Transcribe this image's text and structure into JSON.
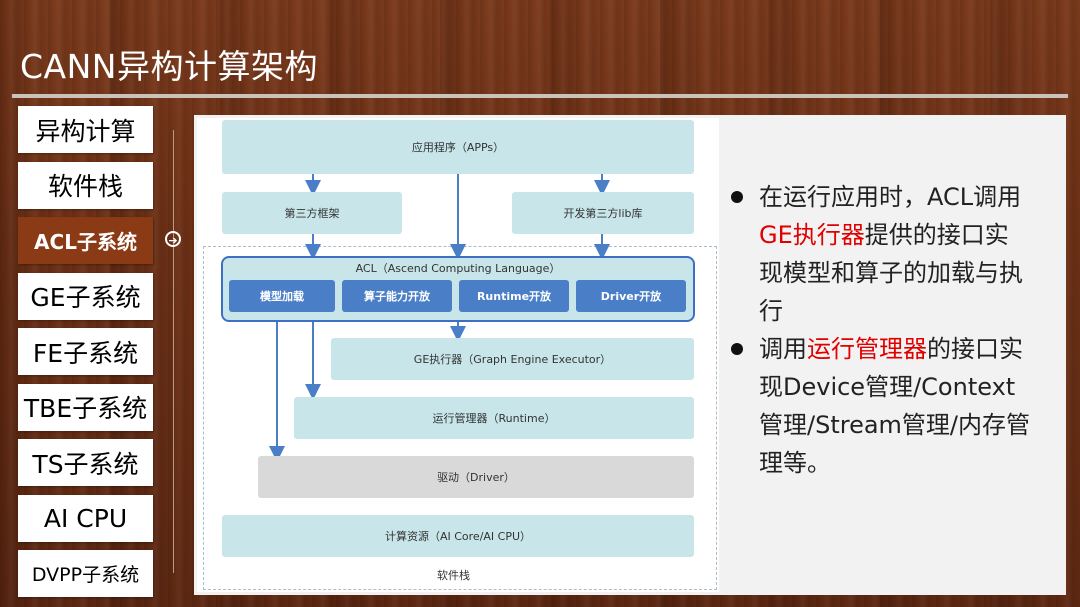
{
  "slide": {
    "title": "CANN异构计算架构"
  },
  "nav": {
    "items": [
      {
        "label": "异构计算"
      },
      {
        "label": "软件栈"
      },
      {
        "label": "ACL子系统"
      },
      {
        "label": "GE子系统"
      },
      {
        "label": "FE子系统"
      },
      {
        "label": "TBE子系统"
      },
      {
        "label": "TS子系统"
      },
      {
        "label": "AI CPU"
      },
      {
        "label": "DVPP子系统"
      }
    ],
    "active_index": 2
  },
  "diagram": {
    "apps": "应用程序（APPs）",
    "third_party_framework": "第三方框架",
    "third_party_lib": "开发第三方lib库",
    "acl_title": "ACL（Ascend Computing Language）",
    "acl_sub": [
      "模型加载",
      "算子能力开放",
      "Runtime开放",
      "Driver开放"
    ],
    "ge_executor": "GE执行器（Graph Engine Executor）",
    "runtime": "运行管理器（Runtime）",
    "driver": "驱动（Driver）",
    "compute": "计算资源（AI Core/AI CPU）",
    "caption": "软件栈"
  },
  "bullets": {
    "b1_pre": "在运行应用时，ACL调用",
    "b1_hl": "GE执行器",
    "b1_post": "提供的接口实现模型和算子的加载与执行",
    "b2_pre": "调用",
    "b2_hl": "运行管理器",
    "b2_post": "的接口实现Device管理/Context管理/Stream管理/内存管理等。"
  },
  "colors": {
    "highlight": "#e00000",
    "nav_active": "#8a3a14",
    "box": "#c8e6ea",
    "acl_border": "#3f6fc5",
    "acl_sub": "#4a7fc8"
  }
}
